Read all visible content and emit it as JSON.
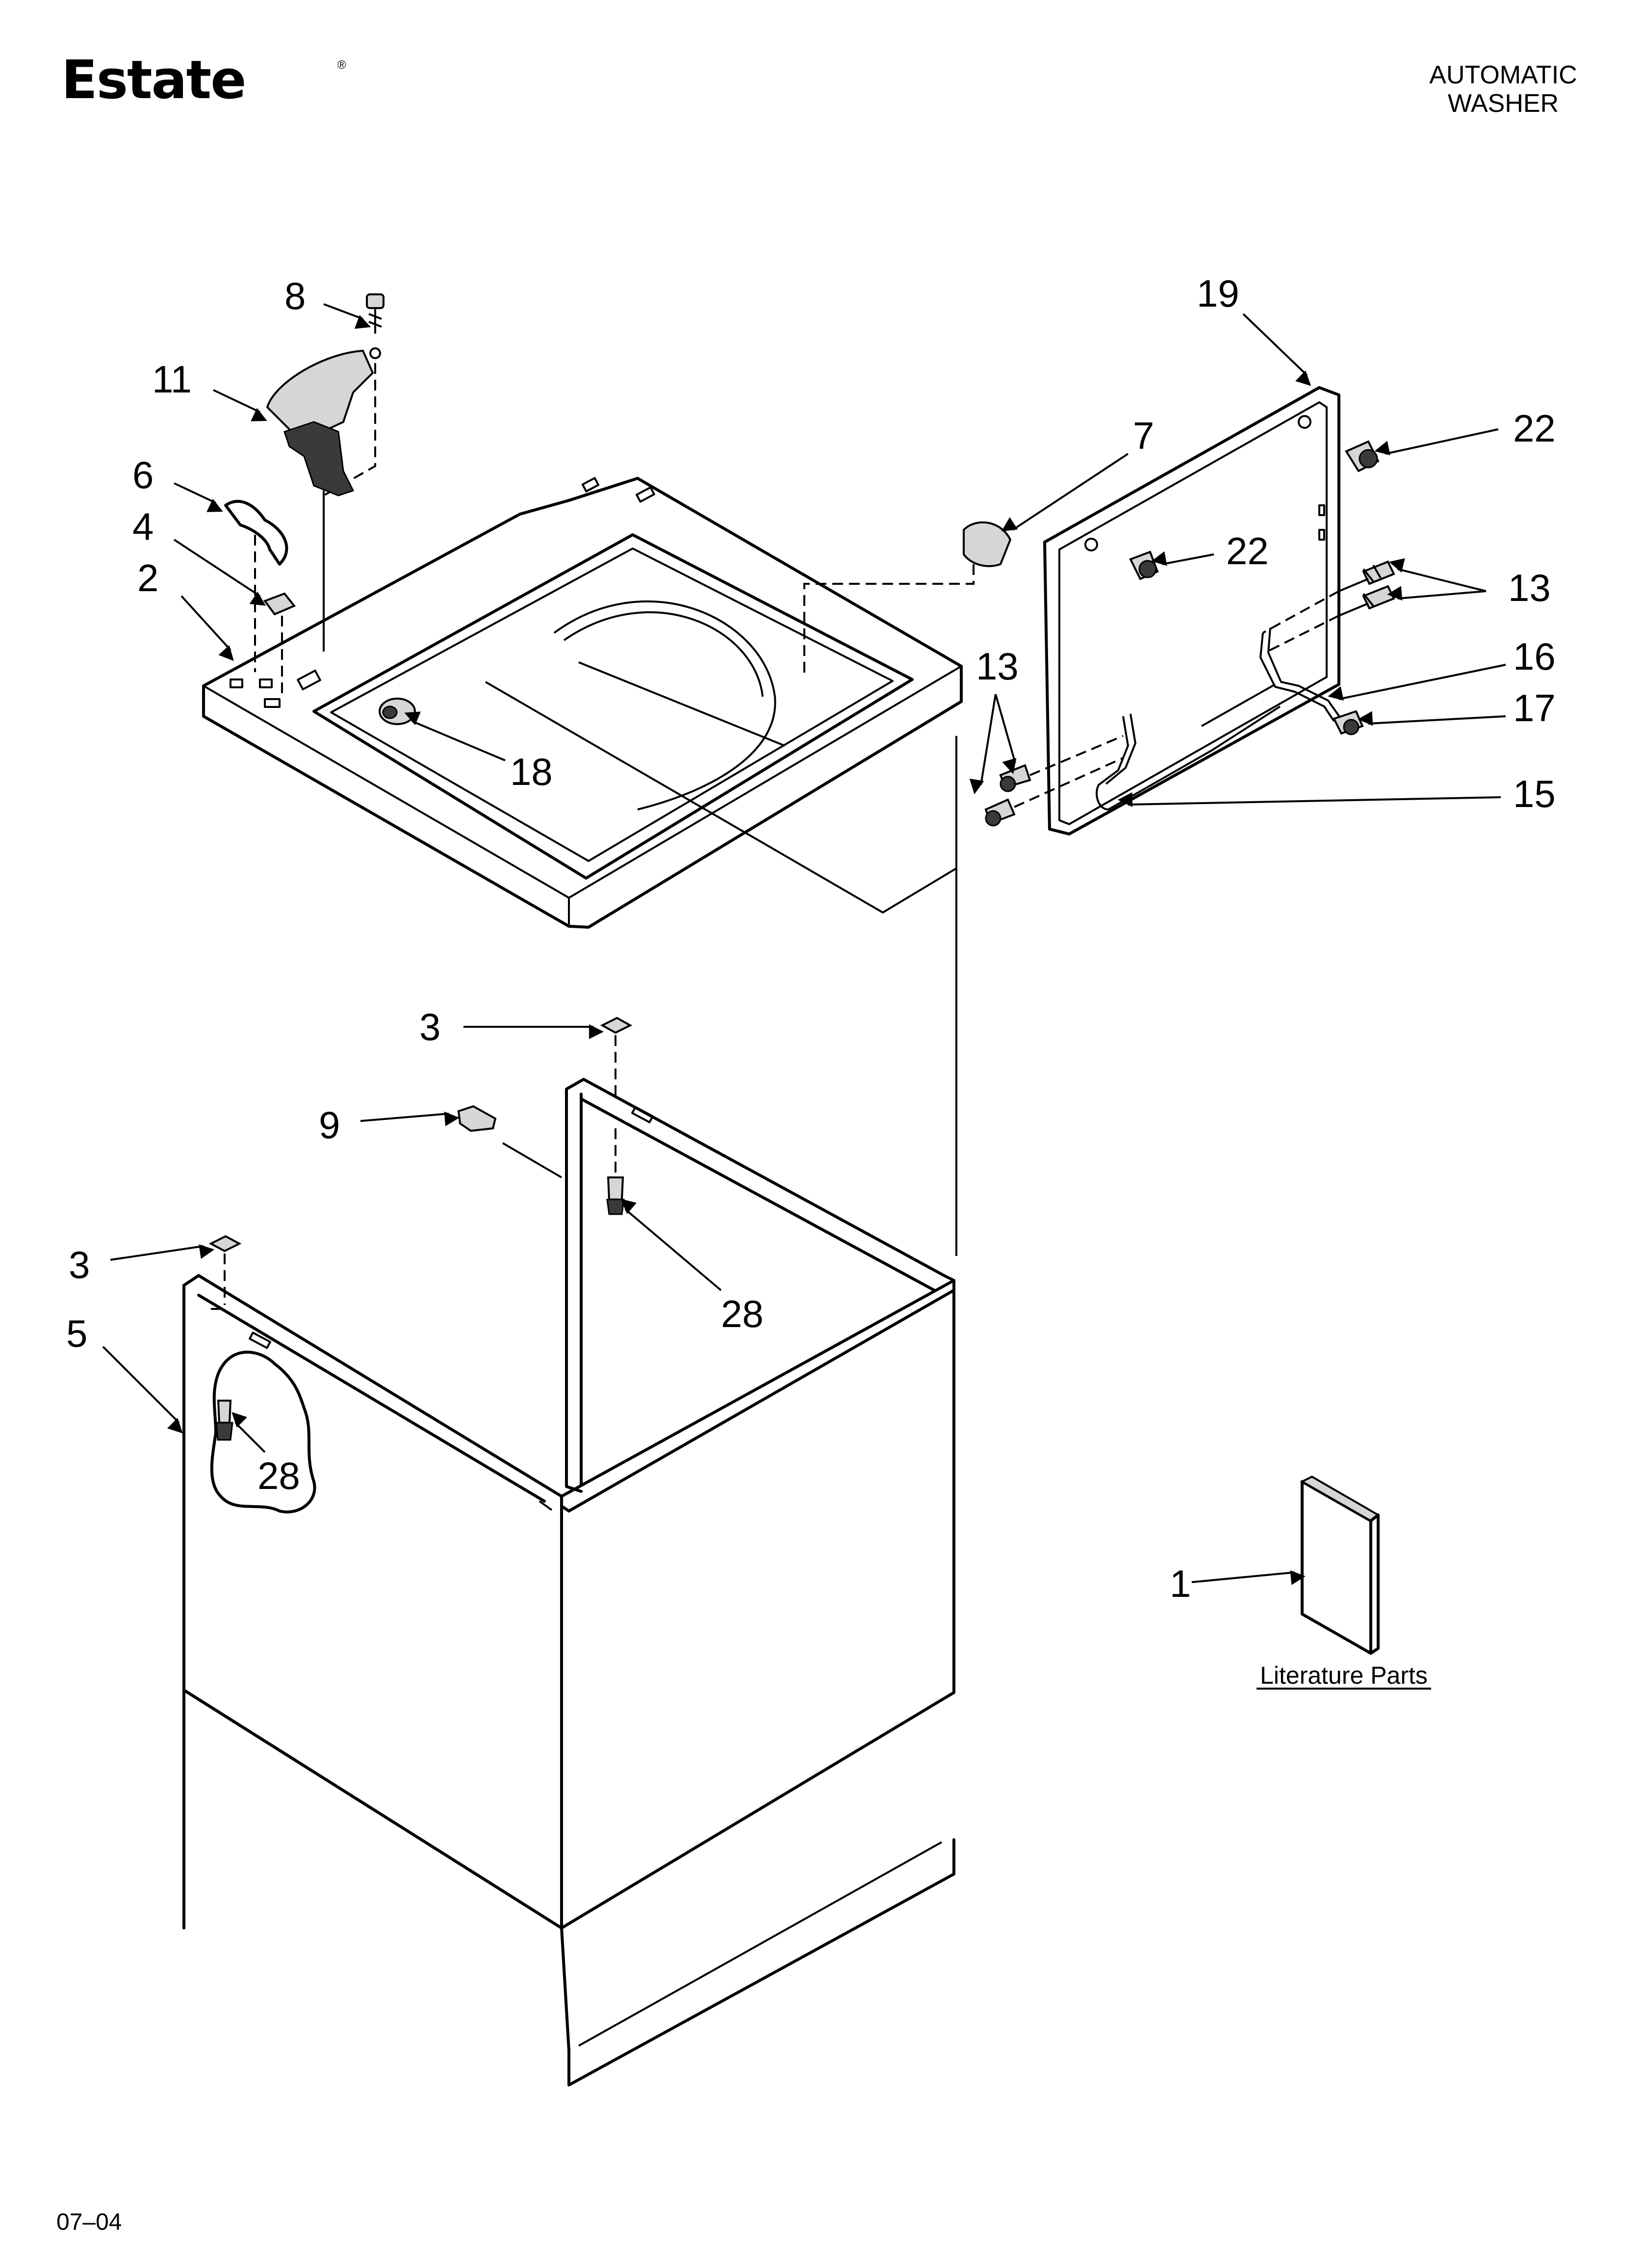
{
  "brand": {
    "logo": "Estate",
    "registered_mark": "®"
  },
  "header": {
    "line1": "AUTOMATIC",
    "line2": "WASHER"
  },
  "callouts": {
    "c8": "8",
    "c11": "11",
    "c6": "6",
    "c4": "4",
    "c2": "2",
    "c18": "18",
    "c7": "7",
    "c19": "19",
    "c22a": "22",
    "c22b": "22",
    "c13a": "13",
    "c13b": "13",
    "c16": "16",
    "c17": "17",
    "c15": "15",
    "c3a": "3",
    "c9": "9",
    "c28a": "28",
    "c3b": "3",
    "c5": "5",
    "c28b": "28",
    "c1": "1"
  },
  "literature_label": "Literature Parts",
  "footer_code": "07–04"
}
